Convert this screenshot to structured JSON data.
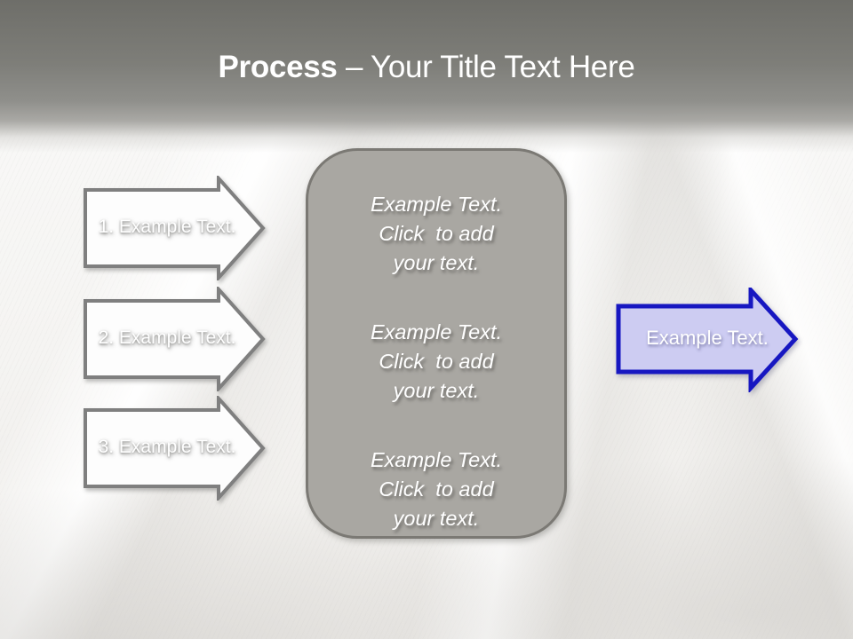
{
  "title": {
    "bold": "Process",
    "rest": "– Your Title Text Here"
  },
  "left_arrows": {
    "items": [
      {
        "label": "1. Example Text."
      },
      {
        "label": "2. Example Text."
      },
      {
        "label": "3. Example Text."
      }
    ]
  },
  "center_panel": {
    "blocks": [
      {
        "text": "Example Text.\nClick  to add\nyour text."
      },
      {
        "text": "Example Text.\nClick  to add\nyour text."
      },
      {
        "text": "Example Text.\nClick  to add\nyour text."
      }
    ]
  },
  "right_arrow": {
    "label": "Example Text."
  },
  "colors": {
    "header_top": "#6e6e69",
    "header_mid": "#8f8f8b",
    "panel_fill": "#a9a7a2",
    "panel_border": "#7b7974",
    "white_arrow_fill": "#fdfdfd",
    "white_arrow_border": "#7f7f7f",
    "accent_arrow_fill": "#cdccf2",
    "accent_arrow_border": "#1717c1",
    "title_text": "#ffffff"
  }
}
